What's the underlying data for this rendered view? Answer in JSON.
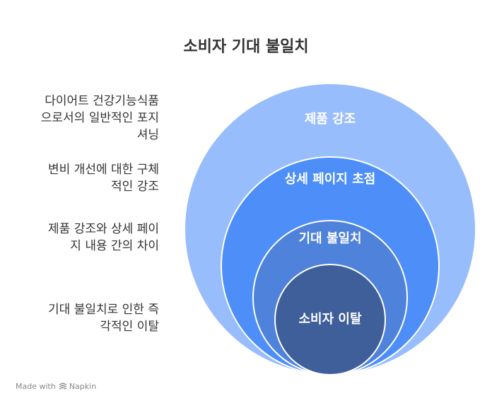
{
  "title": "소비자 기대 불일치",
  "colors": {
    "outer": "#98BDFC",
    "second": "#4D8EF8",
    "third": "#4F82DB",
    "inner": "#3F5F9B"
  },
  "circles": [
    {
      "label": "제품 강조"
    },
    {
      "label": "상세 페이지 초점"
    },
    {
      "label": "기대 불일치"
    },
    {
      "label": "소비자 이탈"
    }
  ],
  "descriptions": [
    {
      "lines": [
        "다이어트 건강기능식품",
        "으로서의 일반적인 포지",
        "셔닝"
      ]
    },
    {
      "lines": [
        "변비 개선에 대한 구체",
        "적인 강조"
      ]
    },
    {
      "lines": [
        "제품 강조와 상세 페이",
        "지 내용 간의 차이"
      ]
    },
    {
      "lines": [
        "기대 불일치로 인한 즉",
        "각적인 이탈"
      ]
    }
  ],
  "footer": {
    "made_with": "Made with",
    "brand": "Napkin",
    "icon": "napkin-logo-icon"
  }
}
